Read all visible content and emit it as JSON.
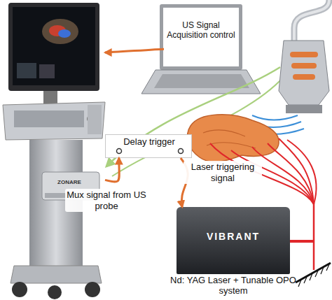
{
  "diagram": {
    "nodes": [
      {
        "text": [
          "ZONARE"
        ]
      },
      {
        "text": [
          "US Signal Acquisition control"
        ]
      },
      {
        "text": [
          "Delay trigger"
        ]
      },
      {
        "text": [
          "VIBRANT",
          "Nd: YAG Laser + Tunable OPO system"
        ]
      }
    ],
    "edges": [
      {
        "from": 1,
        "to": 0,
        "arrow": "to"
      },
      {
        "from": 0,
        "to": 2,
        "arrow": "to",
        "label": "Mux signal from US probe"
      },
      {
        "from": 2,
        "to": 3,
        "arrow": "to",
        "label": "Laser triggering signal"
      }
    ]
  }
}
